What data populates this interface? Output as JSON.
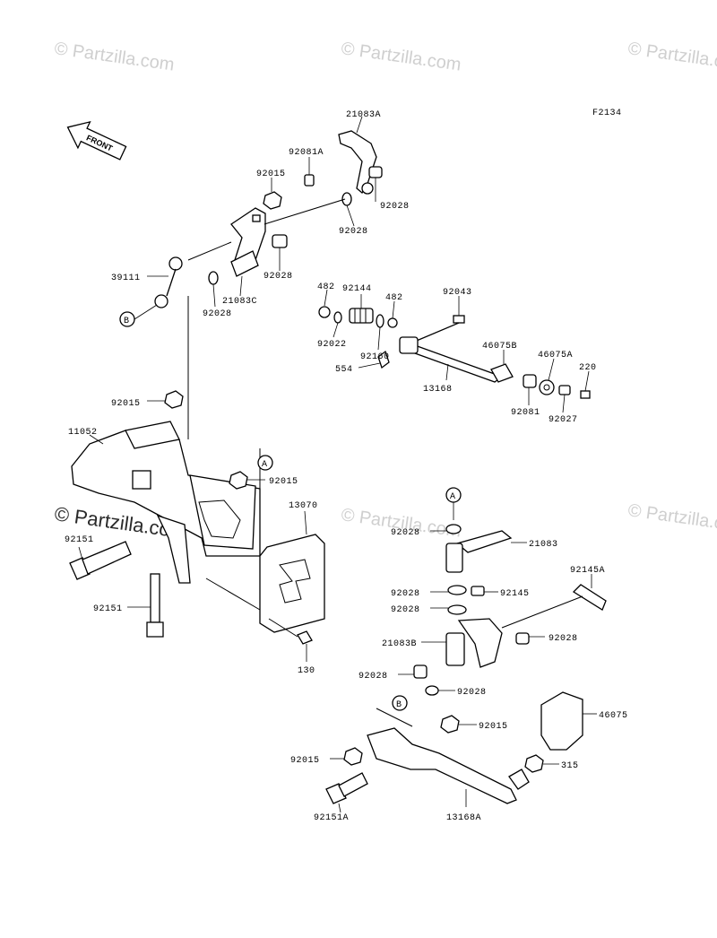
{
  "figure_code": "F2134",
  "watermark_text": "© Partzilla.com",
  "front_label": "FRONT",
  "callouts": {
    "A_top": "A",
    "A_bottom": "A",
    "B_left": "B",
    "B_bottom": "B"
  },
  "parts": {
    "p21083A": "21083A",
    "p92081A": "92081A",
    "p92015_top": "92015",
    "p92028_a": "92028",
    "p92028_b": "92028",
    "p92028_c": "92028",
    "p92028_d": "92028",
    "p39111": "39111",
    "p21083C": "21083C",
    "p482_a": "482",
    "p92144": "92144",
    "p482_b": "482",
    "p92043": "92043",
    "p92022": "92022",
    "p92160": "92160",
    "p554": "554",
    "p13168": "13168",
    "p46075B": "46075B",
    "p46075A": "46075A",
    "p220": "220",
    "p92081": "92081",
    "p92027": "92027",
    "p92015_mid": "92015",
    "p11052": "11052",
    "p92015_right": "92015",
    "p13070": "13070",
    "p92151_a": "92151",
    "p92151_b": "92151",
    "p130": "130",
    "p92028_e": "92028",
    "p21083": "21083",
    "p92145A": "92145A",
    "p92028_f": "92028",
    "p92145": "92145",
    "p92028_g": "92028",
    "p21083B": "21083B",
    "p92028_h": "92028",
    "p92028_i": "92028",
    "p92028_j": "92028",
    "p92015_low": "92015",
    "p46075": "46075",
    "p92015_left": "92015",
    "p315": "315",
    "p92151A": "92151A",
    "p13168A": "13168A"
  }
}
